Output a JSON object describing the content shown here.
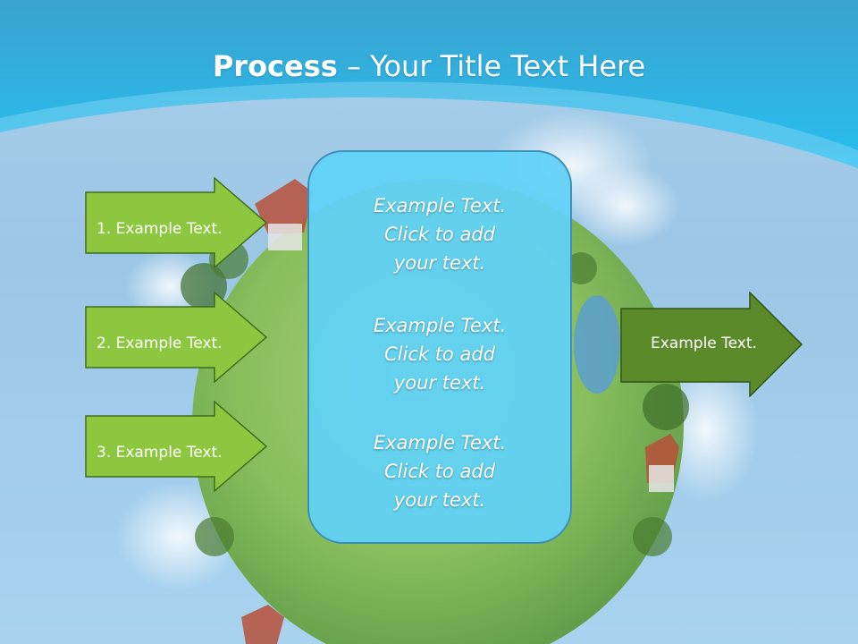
{
  "slide": {
    "title_bold": "Process",
    "title_rest": " – Your Title Text Here",
    "inputs": [
      {
        "label": "1. Example Text."
      },
      {
        "label": "2. Example Text."
      },
      {
        "label": "3. Example Text."
      }
    ],
    "center_blocks": [
      {
        "line1": "Example Text.",
        "line2": "Click  to add",
        "line3": "your text."
      },
      {
        "line1": "Example Text.",
        "line2": "Click  to add",
        "line3": "your text."
      },
      {
        "line1": "Example Text.",
        "line2": "Click  to add",
        "line3": "your text."
      }
    ],
    "output": {
      "label": "Example Text."
    }
  },
  "colors": {
    "header_blue": "#25b8ee",
    "arrow_light_green": "#8dc63f",
    "arrow_dark_green": "#5a8a2a",
    "center_box": "#60d2f8",
    "globe_green": "#7fb24a"
  }
}
